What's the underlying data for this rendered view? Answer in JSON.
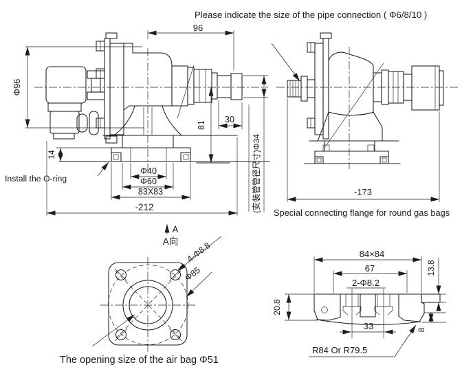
{
  "colors": {
    "line": "#1c1c1c",
    "background": "#ffffff"
  },
  "header": {
    "title": "Please indicate the size of the pipe connection ( Φ6/8/10 )"
  },
  "side_view": {
    "dim_overall_width": "96",
    "dim_body_diameter": "Φ96",
    "dim_pipe_offset": "30",
    "dim_height_to_base": "81",
    "pipe_note_vertical": "(安装管管径尺寸)Φ34",
    "dim_oring_groove": "14",
    "oring_label": "Install the O-ring",
    "dim_bore": "Φ40",
    "dim_boss": "Φ60",
    "dim_flange_square": "83X83",
    "dim_overall_length": "-212"
  },
  "flange_view": {
    "dim_overall_length": "-173",
    "caption": "Special connecting flange for round gas bags"
  },
  "opening_view": {
    "section_arrow_label": "A",
    "section_view_label": "A向",
    "bolt_holes_label": "4-Φ8.8",
    "bolt_circle_label": "Φ85",
    "caption": "The opening size of the air bag Φ51"
  },
  "section_view": {
    "dim_outline": "84×84",
    "dim_bolt_span": "67",
    "holes_label": "2-Φ8.2",
    "dim_lip_height": "13.8",
    "dim_total_height": "20.8",
    "dim_hole_spacing": "33",
    "dim_step": "8",
    "radius_label": "R84 Or R79.5"
  }
}
